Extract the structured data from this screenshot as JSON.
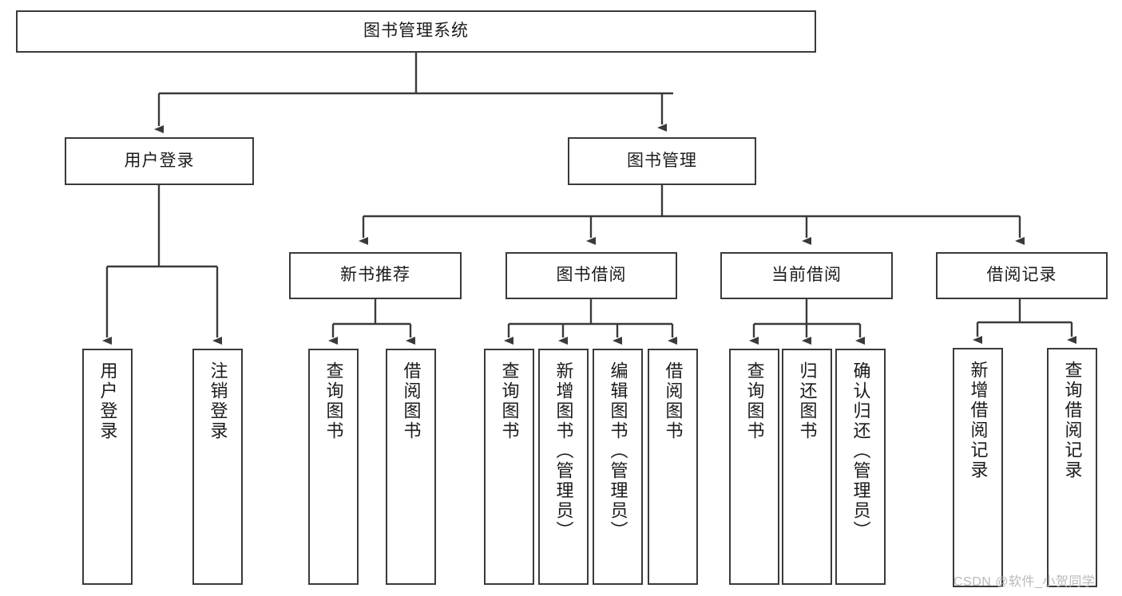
{
  "diagram": {
    "title": "图书管理系统",
    "type": "functional-structure-tree",
    "stroke_color": "#3a3a3a",
    "fill_color": "#ffffff",
    "text_color": "#1b1b1b"
  },
  "nodes": {
    "root": {
      "label": "图书管理系统"
    },
    "level2": [
      {
        "label": "用户登录"
      },
      {
        "label": "图书管理"
      }
    ],
    "level3": [
      {
        "label": "新书推荐"
      },
      {
        "label": "图书借阅"
      },
      {
        "label": "当前借阅"
      },
      {
        "label": "借阅记录"
      }
    ],
    "leaves": {
      "user_login": [
        {
          "label": "用户登录"
        },
        {
          "label": "注销登录"
        }
      ],
      "new_book_recommend": [
        {
          "label": "查询图书"
        },
        {
          "label": "借阅图书"
        }
      ],
      "book_borrow": [
        {
          "label": "查询图书"
        },
        {
          "label": "新增图书（管理员）"
        },
        {
          "label": "编辑图书（管理员）"
        },
        {
          "label": "借阅图书"
        }
      ],
      "current_borrow": [
        {
          "label": "查询图书"
        },
        {
          "label": "归还图书"
        },
        {
          "label": "确认归还（管理员）"
        }
      ],
      "borrow_record": [
        {
          "label": "新增借阅记录"
        },
        {
          "label": "查询借阅记录"
        }
      ]
    }
  },
  "watermark": {
    "text": "CSDN @软件_小贺同学"
  }
}
